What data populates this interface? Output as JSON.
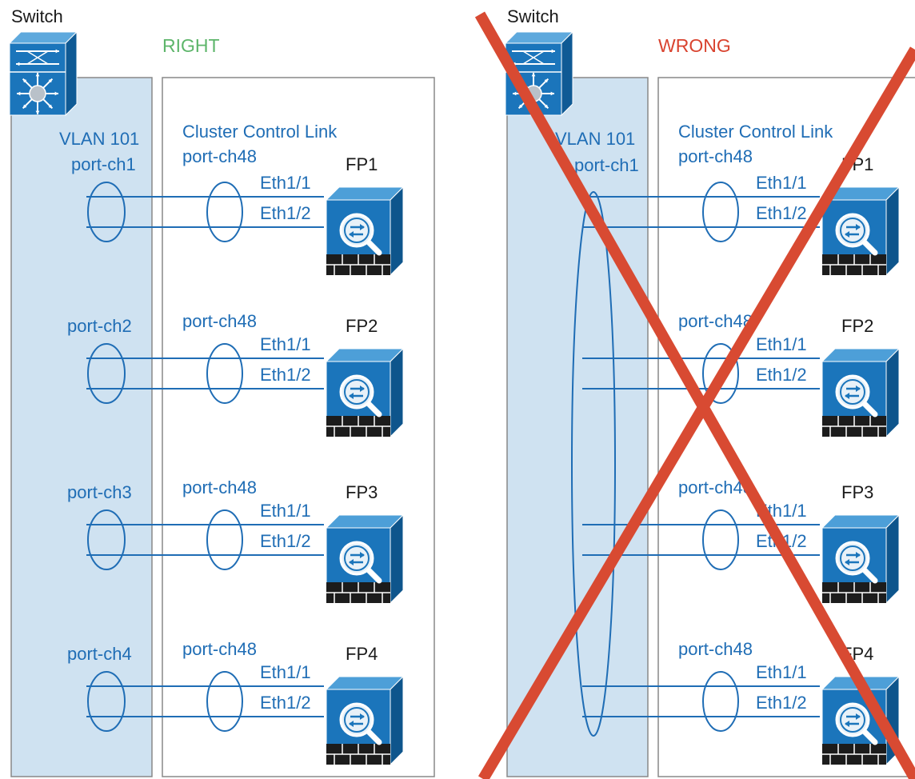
{
  "colors": {
    "switch_band": "#cfe2f1",
    "blue": "#1f6db5",
    "right_green": "#5db56a",
    "wrong_red": "#d9432f",
    "cross_red": "#d84a32",
    "text": "#1a1a1a",
    "frame": "#888888",
    "device_blue": "#1b75bb"
  },
  "panels": [
    {
      "id": "right",
      "switch_label": "Switch",
      "verdict": "RIGHT",
      "vlan_label": "VLAN 101",
      "ccl_label": "Cluster Control Link",
      "crossed_out": false,
      "single_data_channel": false,
      "units": [
        {
          "device": "FP1",
          "data_channel": "port-ch1",
          "ccl_channel": "port-ch48",
          "ports": [
            "Eth1/1",
            "Eth1/2"
          ]
        },
        {
          "device": "FP2",
          "data_channel": "port-ch2",
          "ccl_channel": "port-ch48",
          "ports": [
            "Eth1/1",
            "Eth1/2"
          ]
        },
        {
          "device": "FP3",
          "data_channel": "port-ch3",
          "ccl_channel": "port-ch48",
          "ports": [
            "Eth1/1",
            "Eth1/2"
          ]
        },
        {
          "device": "FP4",
          "data_channel": "port-ch4",
          "ccl_channel": "port-ch48",
          "ports": [
            "Eth1/1",
            "Eth1/2"
          ]
        }
      ]
    },
    {
      "id": "wrong",
      "switch_label": "Switch",
      "verdict": "WRONG",
      "vlan_label": "VLAN 101",
      "data_channel": "port-ch1",
      "ccl_label": "Cluster Control Link",
      "crossed_out": true,
      "single_data_channel": true,
      "units": [
        {
          "device": "FP1",
          "ccl_channel": "port-ch48",
          "ports": [
            "Eth1/1",
            "Eth1/2"
          ]
        },
        {
          "device": "FP2",
          "ccl_channel": "port-ch48",
          "ports": [
            "Eth1/1",
            "Eth1/2"
          ]
        },
        {
          "device": "FP3",
          "ccl_channel": "port-ch48",
          "ports": [
            "Eth1/1",
            "Eth1/2"
          ]
        },
        {
          "device": "FP4",
          "ccl_channel": "port-ch48",
          "ports": [
            "Eth1/1",
            "Eth1/2"
          ]
        }
      ]
    }
  ]
}
